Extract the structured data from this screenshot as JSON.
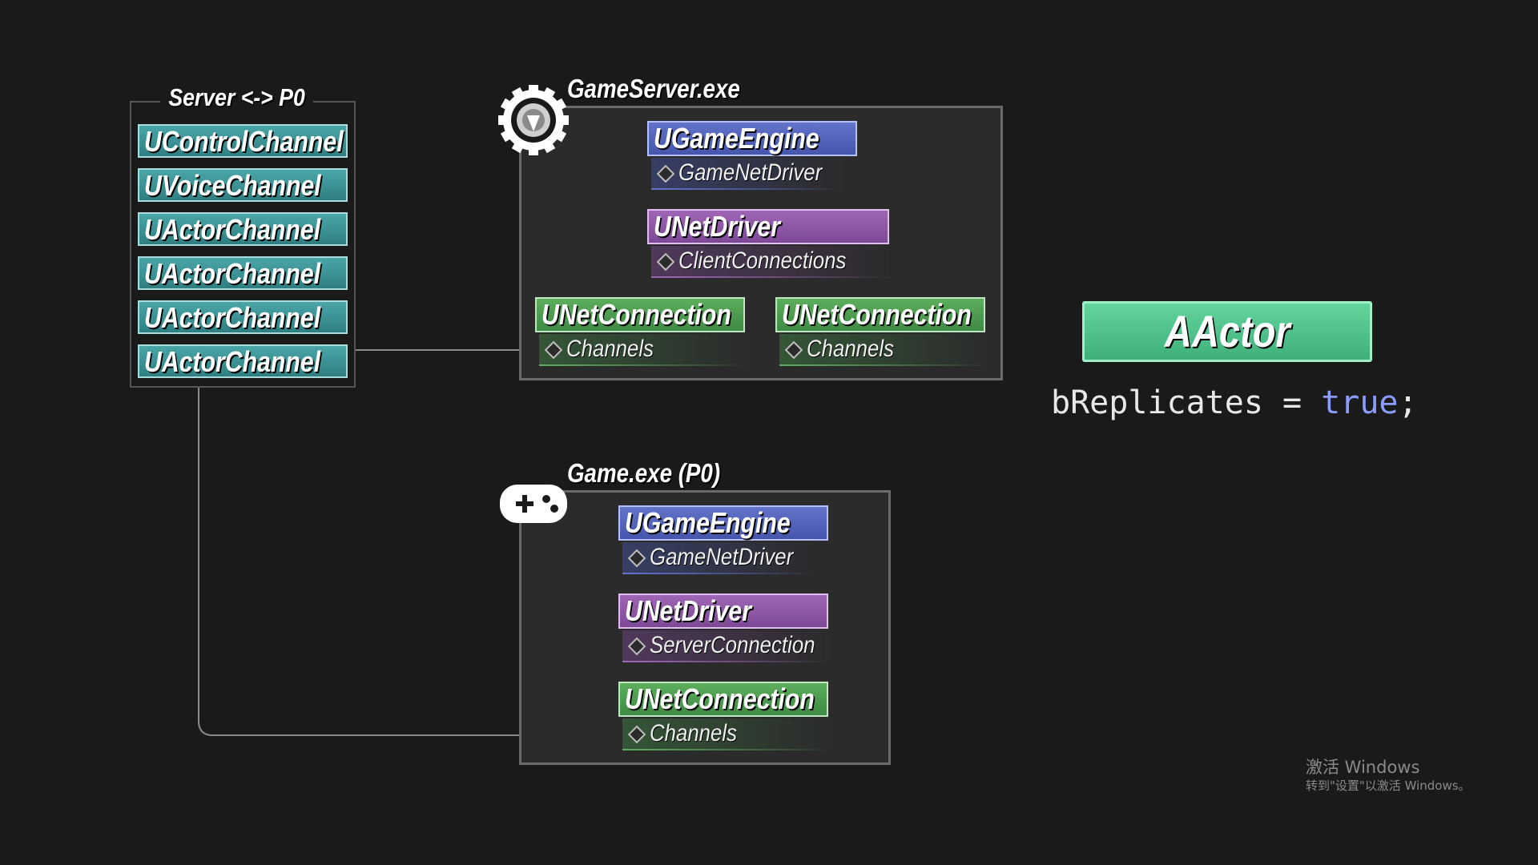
{
  "channel_list": {
    "title": "Server <-> P0",
    "items": [
      "UControlChannel",
      "UVoiceChannel",
      "UActorChannel",
      "UActorChannel",
      "UActorChannel",
      "UActorChannel"
    ]
  },
  "game_server": {
    "title": "GameServer.exe",
    "icon": "gear-badge-icon",
    "engine": "UGameEngine",
    "engine_prop": "GameNetDriver",
    "driver": "UNetDriver",
    "driver_prop": "ClientConnections",
    "connections": [
      {
        "name": "UNetConnection",
        "prop": "Channels"
      },
      {
        "name": "UNetConnection",
        "prop": "Channels"
      }
    ]
  },
  "game_client": {
    "title": "Game.exe (P0)",
    "icon": "gamepad-icon",
    "engine": "UGameEngine",
    "engine_prop": "GameNetDriver",
    "driver": "UNetDriver",
    "driver_prop": "ServerConnection",
    "connection": "UNetConnection",
    "connection_prop": "Channels"
  },
  "actor": {
    "name": "AActor",
    "code_var": "bReplicates",
    "code_op": " = ",
    "code_value": "true",
    "code_end": ";"
  },
  "watermark": {
    "line1": "激活 Windows",
    "line2": "转到\"设置\"以激活 Windows。"
  },
  "colors": {
    "background": "#1a1a1a",
    "channel": "#4aa6a8",
    "engine": "#5565bf",
    "driver": "#9058a8",
    "connection": "#4f9d53",
    "actor": "#52c48b"
  }
}
